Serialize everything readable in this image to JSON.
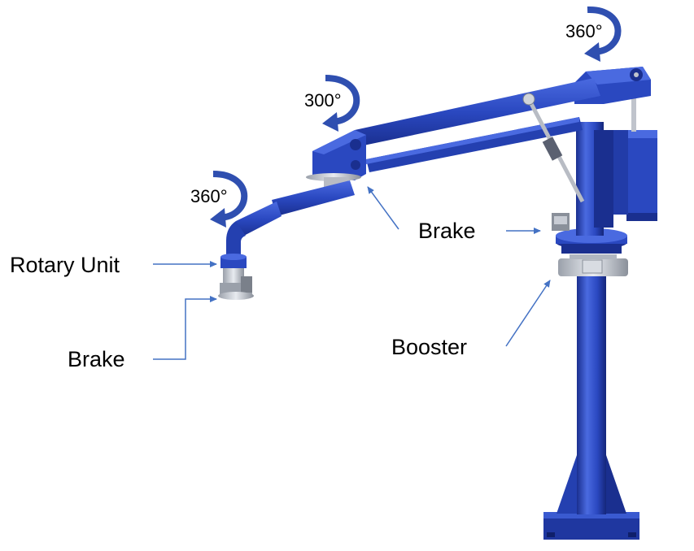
{
  "rotations": {
    "column_top": "360°",
    "arm_joint": "300°",
    "end_arm": "360°"
  },
  "callouts": {
    "rotary_unit": "Rotary Unit",
    "brake_tool": "Brake",
    "brake_column": "Brake",
    "booster": "Booster"
  },
  "colors": {
    "machine_blue": "#2a48c0",
    "machine_dark": "#1a2f8f",
    "machine_light": "#4a6ae0",
    "arrow_blue": "#4472c4",
    "rotation_arrow": "#2f4fb0",
    "metal": "#c8ccd4"
  }
}
